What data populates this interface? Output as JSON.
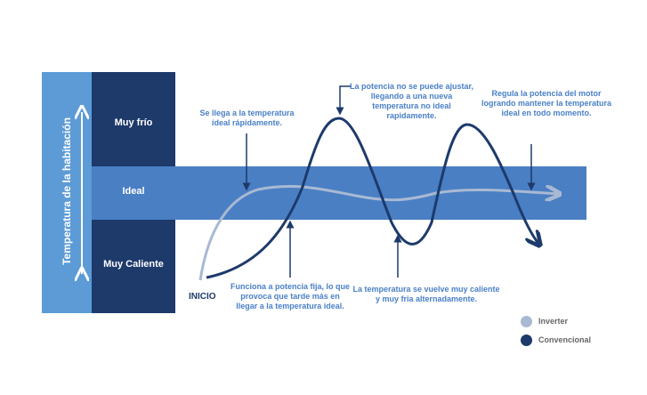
{
  "axis_label": "Temperatura de la habitación",
  "zones": {
    "cold": "Muy frío",
    "ideal": "Ideal",
    "hot": "Muy Caliente"
  },
  "start_label": "INICIO",
  "notes": {
    "inverter_fast": "Se llega a la temperatura ideal rápidamente.",
    "conv_overshoot": "La potencia no se puede ajustar, llegando a una nueva temperatura no ideal rapidamente.",
    "inverter_regulate": "Regula la potencia del motor logrando mantener la temperatura ideal en todo momento.",
    "conv_fixed": "Funciona a potencia fija, lo que provoca que tarde más en llegar a la temperatura ideal.",
    "conv_alternate": "La temperatura se vuelve muy caliente y muy fria alternadamente."
  },
  "legend": [
    {
      "label": "Inverter",
      "color": "#a9b9d3"
    },
    {
      "label": "Convencional",
      "color": "#1d3a6b"
    }
  ],
  "colors": {
    "axis": "#5c9bd6",
    "dark": "#1d3a6b",
    "band": "#4a7fc4",
    "text": "#4a80c8"
  }
}
